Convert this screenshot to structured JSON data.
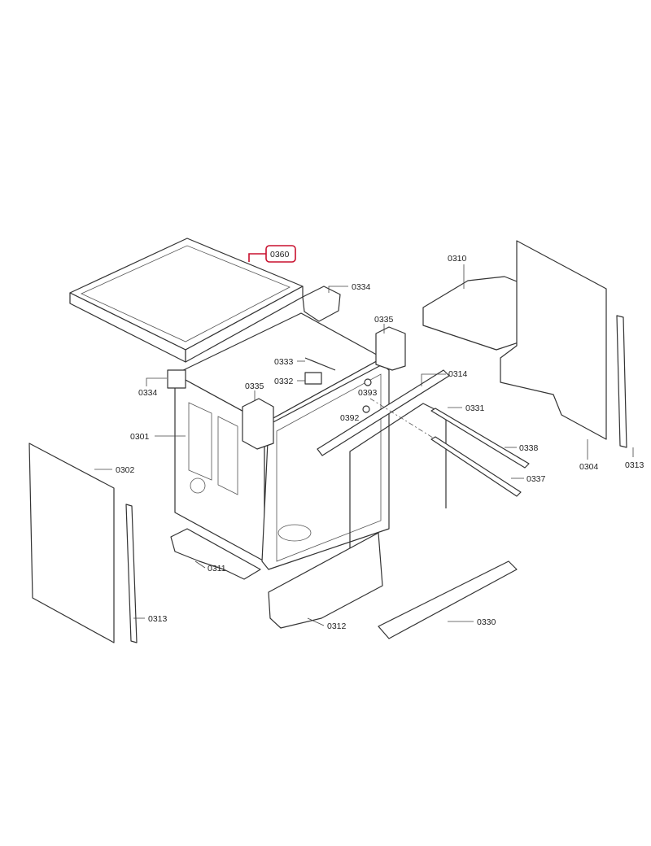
{
  "diagram": {
    "highlight_color": "#c8102e",
    "labels": {
      "top_cover": "0360",
      "clip_right": "0334",
      "clip_left": "0334",
      "insulation_top": "0310",
      "bracket_right": "0335",
      "bracket_left": "0335",
      "part_0333": "0333",
      "part_0332": "0332",
      "part_0393": "0393",
      "part_0392": "0392",
      "strip_0314": "0314",
      "door_seal": "0331",
      "rail_0338": "0338",
      "rail_0337": "0337",
      "side_panel_right": "0304",
      "seal_right": "0313",
      "tub": "0301",
      "side_panel_left": "0302",
      "foot_left": "0311",
      "seal_left": "0313",
      "foot_front": "0312",
      "base_tray": "0330"
    }
  }
}
